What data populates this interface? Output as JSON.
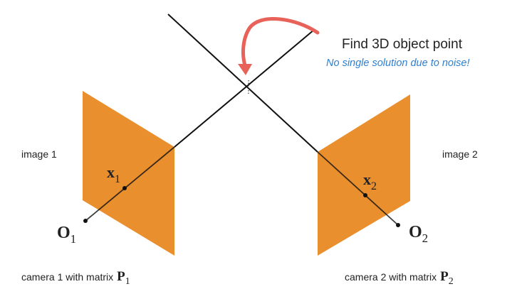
{
  "colors": {
    "plane": "#e8851c",
    "ray": "#111111",
    "arrow": "#e8625a",
    "note": "#2f7fd0",
    "text": "#222222"
  },
  "title": "Find 3D object point",
  "note": "No single solution due to noise!",
  "image1": {
    "label": "image 1",
    "point": "x",
    "point_sub": "1",
    "center": "O",
    "center_sub": "1"
  },
  "image2": {
    "label": "image 2",
    "point": "x",
    "point_sub": "2",
    "center": "O",
    "center_sub": "2"
  },
  "camera1": {
    "caption": "camera 1 with matrix",
    "matrix": "P",
    "matrix_sub": "1"
  },
  "camera2": {
    "caption": "camera 2 with matrix",
    "matrix": "P",
    "matrix_sub": "2"
  }
}
